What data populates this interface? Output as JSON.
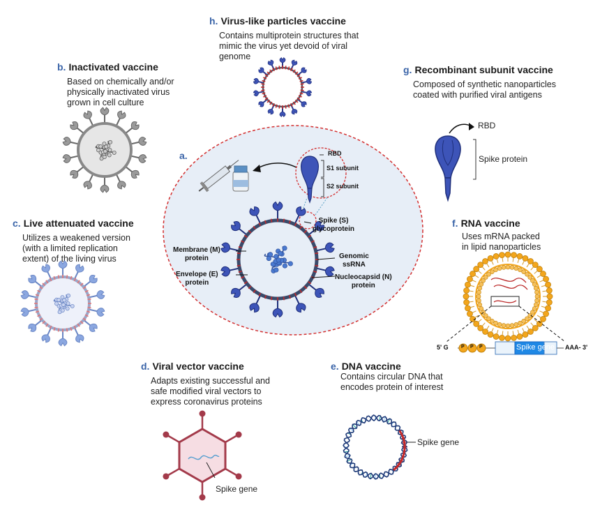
{
  "panels": {
    "h": {
      "letter": "h.",
      "title": "Virus-like particles vaccine",
      "description": "Contains multiprotein structures that\nmimic the virus yet devoid of viral\ngenome"
    },
    "b": {
      "letter": "b.",
      "title": "Inactivated vaccine",
      "description": "Based on chemically and/or\nphysically inactivated virus\ngrown in cell culture"
    },
    "g": {
      "letter": "g.",
      "title": "Recombinant subunit vaccine",
      "description": "Composed of synthetic nanoparticles\ncoated with purified viral antigens",
      "rbd_label": "RBD",
      "spike_label": "Spike protein"
    },
    "c": {
      "letter": "c.",
      "title": "Live attenuated vaccine",
      "description": "Utilizes a weakened version\n(with a limited replication\nextent) of the living virus"
    },
    "f": {
      "letter": "f.",
      "title": "RNA vaccine",
      "description": "Uses mRNA packed\nin lipid nanoparticles",
      "mrna": {
        "five_prime": "5' G",
        "cap": [
          "P",
          "P",
          "P"
        ],
        "gene": "Spike gene",
        "tail": "AAA- 3'"
      }
    },
    "d": {
      "letter": "d.",
      "title": "Viral vector vaccine",
      "description": "Adapts existing successful and\nsafe modified viral vectors to\nexpress coronavirus proteins",
      "gene_label": "Spike gene"
    },
    "e": {
      "letter": "e.",
      "title": "DNA vaccine",
      "description": "Contains circular DNA that\nencodes protein of interest",
      "gene_label": "Spike gene"
    },
    "a": {
      "letter": "a.",
      "spike_parts": {
        "rbd": "RBD",
        "s1": "S1 subunit",
        "s2": "S2 subunit"
      },
      "labels": {
        "spike": "Spike (S)\nglycoprotein",
        "membrane": "Membrane (M)\nprotein",
        "envelope": "Envelope (E)\nprotein",
        "genomic": "Genomic\nssRNA",
        "nucleocapsid": "Nucleocapsid (N)\nprotein"
      }
    }
  },
  "colors": {
    "accent_blue": "#3a64a8",
    "spike_blue": "#3d54b8",
    "dashed_red": "#d32f2f",
    "circle_fill": "#e7eef7",
    "lipid_orange": "#f3a61c",
    "vector_fill": "#f6dde3",
    "vector_stroke": "#a33a4a",
    "dna_red": "#c62828"
  }
}
